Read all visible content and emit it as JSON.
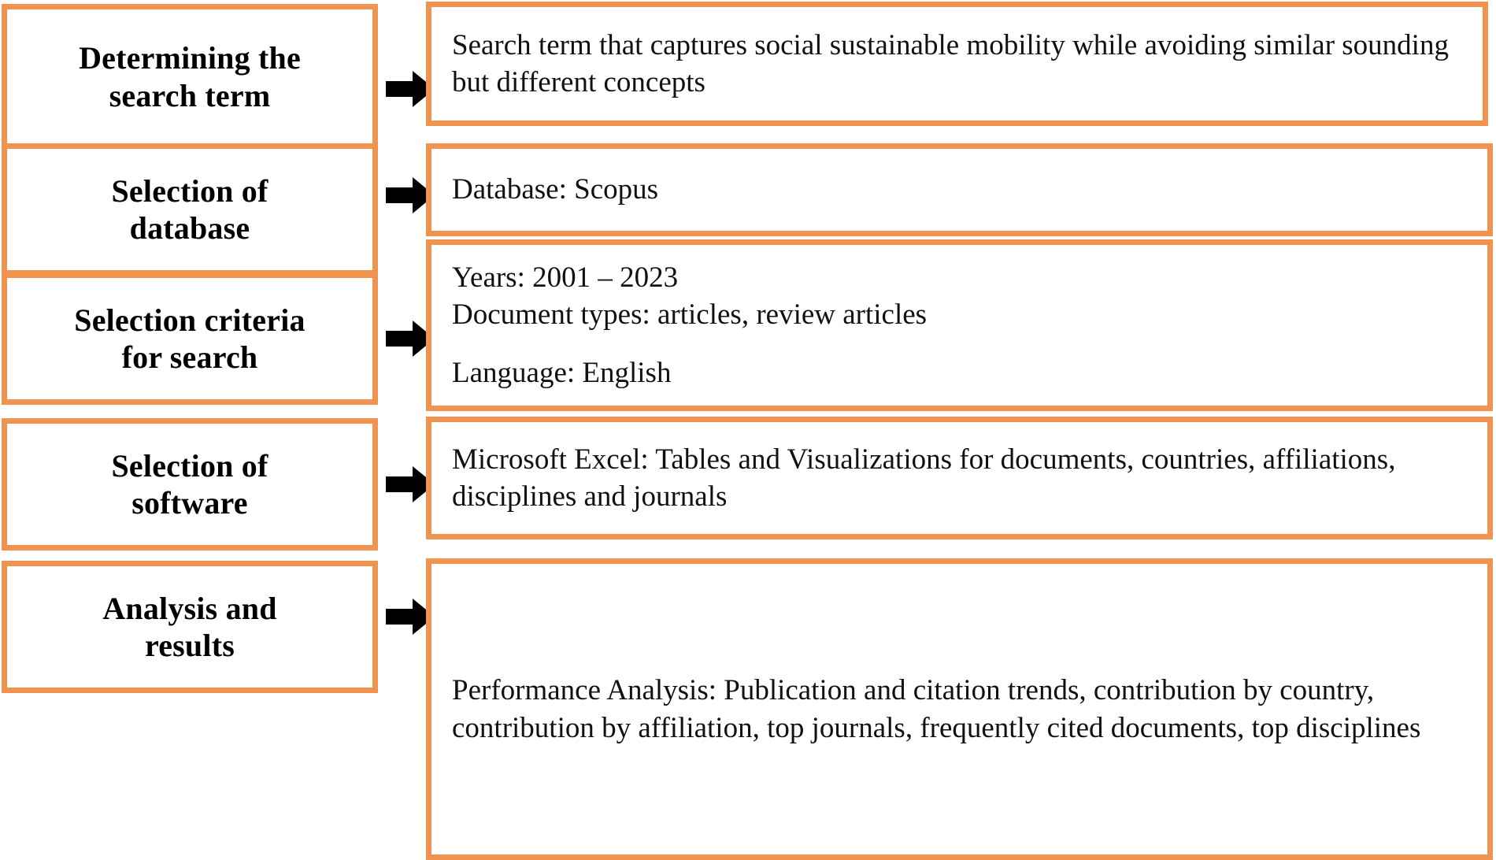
{
  "diagram": {
    "title": "Bibliometric review methodology flowchart",
    "accent_color": "#F0934E",
    "arrow_color": "#000000",
    "background_color": "#FFFFFF",
    "arrow_icon": "right-arrow-icon",
    "rows": [
      {
        "stage": "Determining the\nsearch term",
        "stage_line1": "Determining the",
        "stage_line2": "search term",
        "detail_lines": [
          "Search term that captures social sustainable mobility while avoiding similar sounding but different concepts"
        ]
      },
      {
        "stage": "Selection of\ndatabase",
        "stage_line1": "Selection of",
        "stage_line2": "database",
        "detail_lines": [
          "Database: Scopus"
        ]
      },
      {
        "stage": "Selection criteria\nfor search",
        "stage_line1": "Selection criteria",
        "stage_line2": "for search",
        "detail_lines": [
          "Years: 2001 – 2023",
          "Document types: articles, review articles",
          "Language: English"
        ]
      },
      {
        "stage": "Selection of\nsoftware",
        "stage_line1": "Selection of",
        "stage_line2": "software",
        "detail_lines": [
          "Microsoft Excel: Tables and Visualizations for documents, countries, affiliations, disciplines and journals"
        ]
      },
      {
        "stage": "Analysis and\nresults",
        "stage_line1": "Analysis and",
        "stage_line2": "results",
        "detail_lines": [
          "Performance Analysis: Publication and citation trends, contribution by country, contribution by affiliation, top journals, frequently cited documents, top disciplines"
        ]
      }
    ]
  }
}
